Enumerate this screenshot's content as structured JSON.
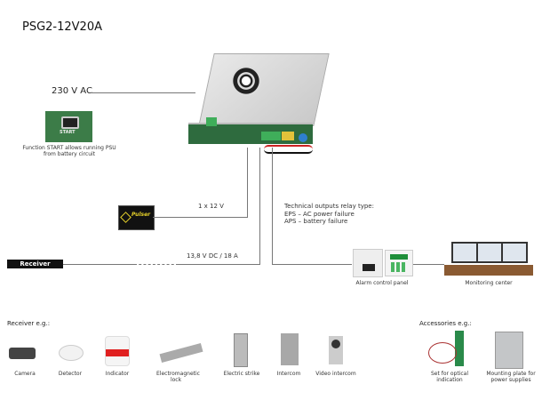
{
  "title": "PSG2-12V20A",
  "input_label": "230 V AC",
  "start_caption_1": "Function START allows running PSU",
  "start_caption_2": "from battery circuit",
  "start_button_text": "START",
  "battery_label": "1 x 12 V",
  "battery_logo": "Pulser",
  "output_label": "13,8 V DC / 18 A",
  "receiver_tag": "Receiver",
  "technical": [
    "Technical outputs relay type:",
    "EPS – AC power failure",
    "APS – battery failure"
  ],
  "alarm_caption": "Alarm control panel",
  "monitoring_caption": "Monitoring center",
  "receiver_section": {
    "heading": "Receiver e.g.:",
    "items": [
      "Camera",
      "Detector",
      "Indicator",
      "Electromagnetic lock",
      "Electric strike",
      "Intercom",
      "Video intercom"
    ]
  },
  "accessories_section": {
    "heading": "Accessories e.g.:",
    "items": [
      "Set for optical indication",
      "Mounting plate for power supplies"
    ]
  },
  "colors": {
    "pcb": "#2e6b3e",
    "terminal": "#3fae5a",
    "line": "#777777"
  }
}
